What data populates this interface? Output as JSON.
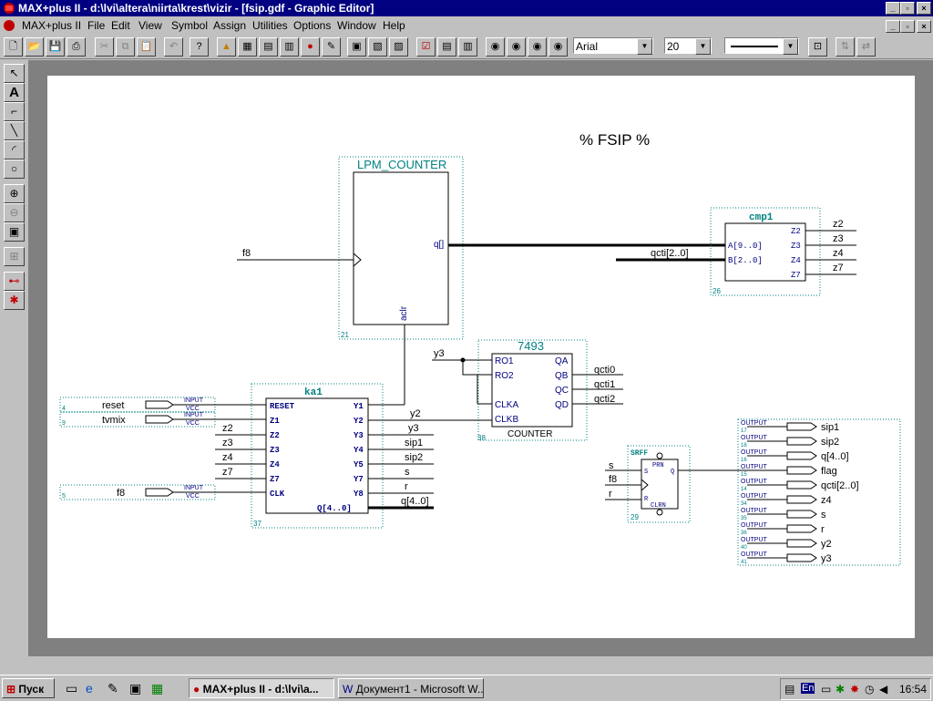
{
  "window": {
    "title": "MAX+plus II - d:\\lvi\\altera\\niirta\\krest\\vizir - [fsip.gdf - Graphic Editor]"
  },
  "menu": [
    "MAX+plus II",
    "File",
    "Edit",
    "View",
    "Symbol",
    "Assign",
    "Utilities",
    "Options",
    "Window",
    "Help"
  ],
  "toolbar": {
    "font": "Arial",
    "size": "20"
  },
  "schematic": {
    "title": "% FSIP %",
    "lpm": {
      "name": "LPM_COUNTER",
      "out_port": "q[]",
      "aclr": "aclr",
      "id": "21",
      "clk_net": "f8"
    },
    "cmp": {
      "name": "cmp1",
      "ports_in": [
        "A[9..0]",
        "B[2..0]"
      ],
      "ports_out": [
        "Z2",
        "Z3",
        "Z4",
        "Z7"
      ],
      "nets_out": [
        "z2",
        "z3",
        "z4",
        "z7"
      ],
      "net_b": "qcti[2..0]",
      "id": "26"
    },
    "counter": {
      "name": "7493",
      "type": "COUNTER",
      "ports_in": [
        "RO1",
        "RO2",
        "CLKA",
        "CLKB"
      ],
      "ports_out": [
        "QA",
        "QB",
        "QC",
        "QD"
      ],
      "nets_out": [
        "qcti0",
        "qcti1",
        "qcti2"
      ],
      "net_y3": "y3",
      "id": "38"
    },
    "ka": {
      "name": "ka1",
      "id": "37",
      "ports_in": [
        "RESET",
        "Z1",
        "Z2",
        "Z3",
        "Z4",
        "Z7",
        "CLK"
      ],
      "ports_out": [
        "Y1",
        "Y2",
        "Y3",
        "Y4",
        "Y5",
        "Y7",
        "Y8",
        "Q[4..0]"
      ],
      "nets_in": [
        "z2",
        "z3",
        "z4",
        "z7"
      ],
      "nets_out": [
        "y2",
        "y3",
        "sip1",
        "sip2",
        "s",
        "r",
        "q[4..0]"
      ]
    },
    "inputs": [
      {
        "label": "INPUT",
        "vcc": "VCC",
        "name": "reset",
        "id": "4"
      },
      {
        "label": "INPUT",
        "vcc": "VCC",
        "name": "tvmix",
        "id": "9"
      },
      {
        "label": "INPUT",
        "vcc": "VCC",
        "name": "f8",
        "id": "5"
      }
    ],
    "srff": {
      "name": "SRFF",
      "ports": [
        "PRN",
        "S",
        "Q",
        "R",
        "CLRN"
      ],
      "nets_in": [
        "s",
        "f8",
        "r"
      ],
      "id": "29"
    },
    "outputs": [
      {
        "label": "OUTPUT",
        "name": "sip1",
        "id": "17"
      },
      {
        "label": "OUTPUT",
        "name": "sip2",
        "id": "18"
      },
      {
        "label": "OUTPUT",
        "name": "q[4..0]",
        "id": "16"
      },
      {
        "label": "OUTPUT",
        "name": "flag",
        "id": "15"
      },
      {
        "label": "OUTPUT",
        "name": "qcti[2..0]",
        "id": "14"
      },
      {
        "label": "OUTPUT",
        "name": "z4",
        "id": "34"
      },
      {
        "label": "OUTPUT",
        "name": "s",
        "id": "35"
      },
      {
        "label": "OUTPUT",
        "name": "r",
        "id": "36"
      },
      {
        "label": "OUTPUT",
        "name": "y2",
        "id": "40"
      },
      {
        "label": "OUTPUT",
        "name": "y3",
        "id": "41"
      }
    ]
  },
  "taskbar": {
    "start": "Пуск",
    "tasks": [
      "MAX+plus II - d:\\lvi\\a...",
      "Документ1 - Microsoft W..."
    ],
    "lang": "En",
    "clock": "16:54"
  }
}
